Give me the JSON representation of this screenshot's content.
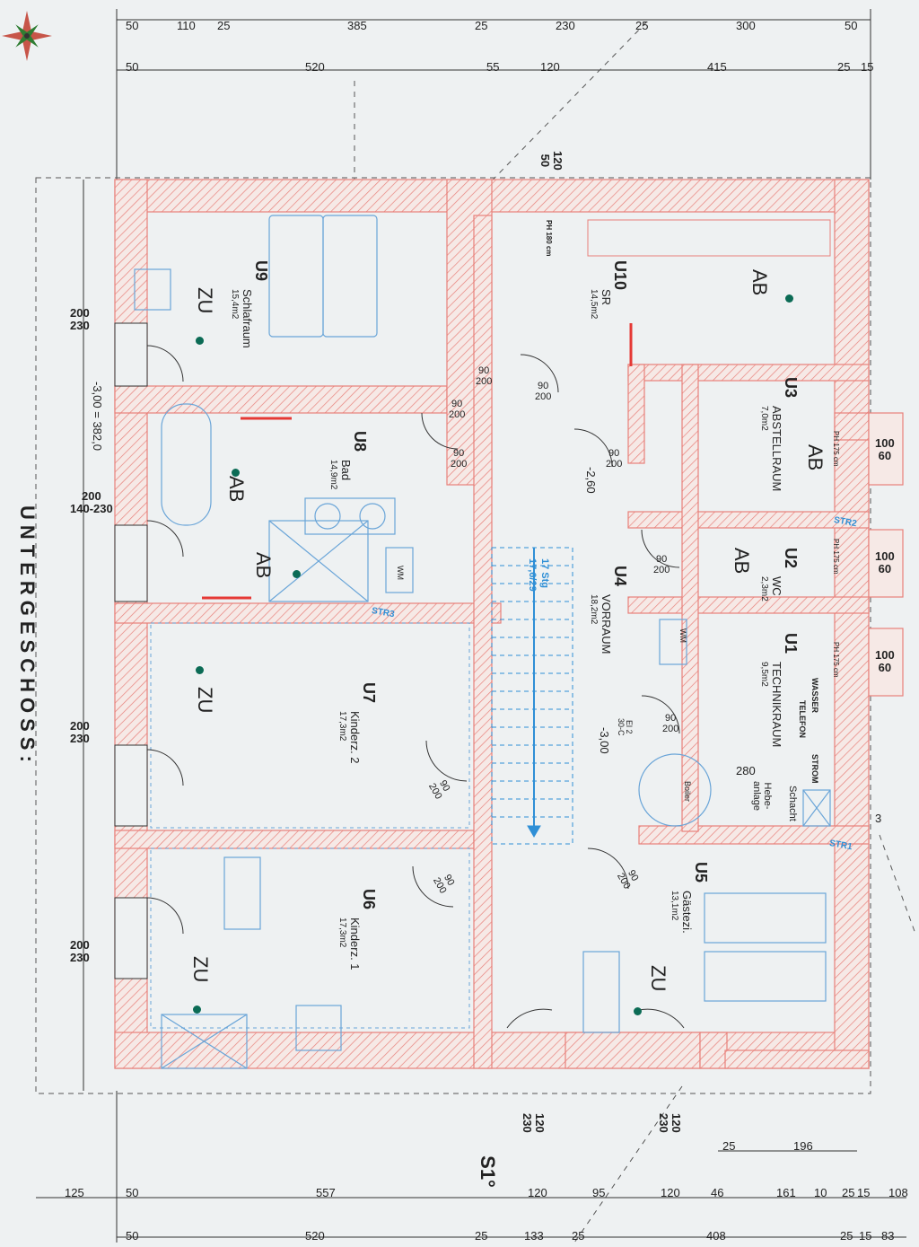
{
  "sheet": {
    "title": "UNTERGESCHOSS:",
    "section_marker": "S1°"
  },
  "rooms": [
    {
      "code": "U9",
      "name": "Schlafraum",
      "area": "15,4m2",
      "marker": "ZU"
    },
    {
      "code": "U8",
      "name": "Bad",
      "area": "14,9m2",
      "marker": "AB"
    },
    {
      "code": "U7",
      "name": "Kinderz. 2",
      "area": "17,3m2",
      "marker": "ZU"
    },
    {
      "code": "U6",
      "name": "Kinderz. 1",
      "area": "17,3m2",
      "marker": "ZU"
    },
    {
      "code": "U10",
      "name": "SR",
      "area": "14,5m2",
      "marker": "AB"
    },
    {
      "code": "U4",
      "name": "VORRAUM",
      "area": "18,2m2"
    },
    {
      "code": "U5",
      "name": "Gästezi.",
      "area": "13,1m2",
      "marker": "ZU"
    },
    {
      "code": "U3",
      "name": "ABSTELLRAUM",
      "area": "7,0m2",
      "marker": "AB"
    },
    {
      "code": "U2",
      "name": "WC",
      "area": "2,3m2",
      "marker": "AB"
    },
    {
      "code": "U1",
      "name": "TECHNIKRAUM",
      "area": "9,5m2"
    }
  ],
  "extra_markers": [
    "AB"
  ],
  "dims_top1": [
    "50",
    "110",
    "25",
    "385",
    "25",
    "230",
    "25",
    "300",
    "50"
  ],
  "dims_top2": [
    "50",
    "520",
    "55",
    "120",
    "415",
    "25",
    "15"
  ],
  "dims_bottom1": [
    "125",
    "50",
    "557",
    "120",
    "95",
    "120",
    "46",
    "161",
    "10",
    "25",
    "15",
    "108"
  ],
  "dims_bottom2": [
    "50",
    "520",
    "25",
    "133",
    "25",
    "408",
    "25",
    "15",
    "83"
  ],
  "dims_right": [
    "25",
    "196"
  ],
  "windows_left": [
    "200\n230",
    "200\n140-230",
    "200\n230",
    "200\n230"
  ],
  "windows_bottom": [
    "120\n230",
    "120\n230"
  ],
  "window_top": "120\n50",
  "shafts_right": [
    "100\n60",
    "100\n60",
    "100\n60"
  ],
  "levels": [
    "-3,00 = 382,0",
    "-2,60",
    "-3,00"
  ],
  "stair": {
    "label": "17 Stg",
    "value": "17,6/29"
  },
  "doors": [
    "90\n200",
    "90\n200",
    "90\n200",
    "90\n200",
    "90\n200",
    "90\n200",
    "90\n200",
    "90\n200",
    "90\n200",
    "90\n200"
  ],
  "fixtures": {
    "wm": "WM",
    "boiler": "Boiler",
    "ph": "PH 175 cm",
    "ph_sr": "PH 180 cm",
    "str3": "STR3",
    "str2": "STR2",
    "str1": "STR1",
    "utilities": [
      "WASSER",
      "TELEFON",
      "STROM"
    ],
    "schacht": "Schacht",
    "hebeanlage": "Hebe-\nanlage",
    "el": "El 2\n30-C",
    "circle_3": "3",
    "dim_280": "280"
  },
  "colors": {
    "wall": "#e8807a",
    "furniture": "#6aa5d8",
    "ink": "#222222",
    "paper": "#eef1f2",
    "stair": "#2f8fd6",
    "marker": "#0b6b55"
  }
}
